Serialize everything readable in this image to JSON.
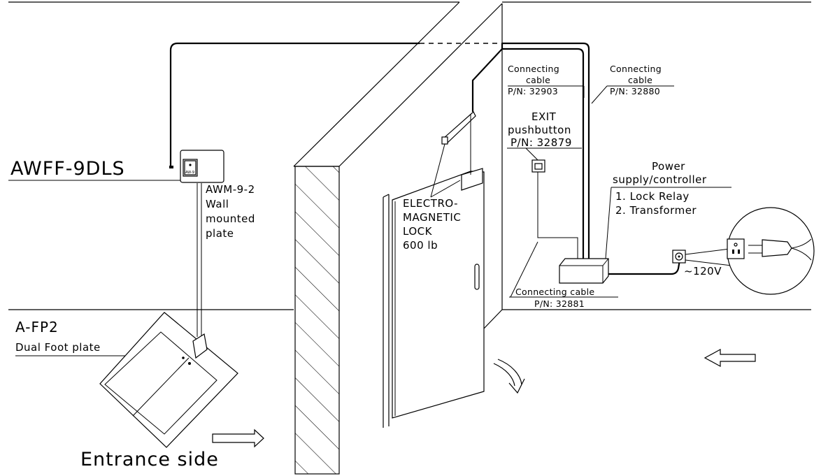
{
  "labels": {
    "awff_model": "AWFF-9DLS",
    "awm_model": "AWM-9-2",
    "awm_desc_1": "Wall",
    "awm_desc_2": "mounted",
    "awm_desc_3": "plate",
    "footplate_model": "A-FP2",
    "footplate_desc": "Dual Foot plate",
    "entrance": "Entrance side",
    "lock_1": "ELECTRO-",
    "lock_2": "MAGNETIC",
    "lock_3": "LOCK",
    "lock_4": "600 lb",
    "cable1_1": "Connecting",
    "cable1_2": "cable",
    "cable1_pn": "P/N: 32903",
    "cable2_1": "Connecting",
    "cable2_2": "cable",
    "cable2_pn": "P/N: 32880",
    "exit_1": "EXIT",
    "exit_2": "pushbutton",
    "exit_pn": "P/N: 32879",
    "power_1": "Power",
    "power_2": "supply/controller",
    "power_3": "1. Lock Relay",
    "power_4": "2. Transformer",
    "cable3": "Connecting cable",
    "cable3_pn": "P/N: 32881",
    "voltage": "~120V",
    "awm_plate_text": "AW-9"
  }
}
